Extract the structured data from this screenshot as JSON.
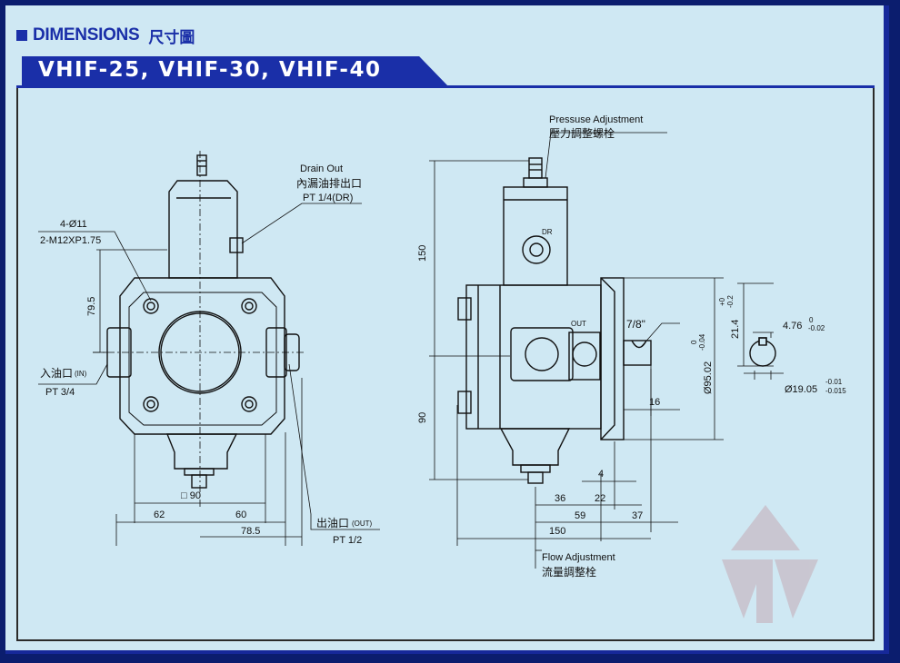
{
  "header": {
    "title_en": "DIMENSIONS",
    "title_zh": "尺寸圖"
  },
  "banner": {
    "models": "VHIF-25, VHIF-30, VHIF-40"
  },
  "front_view": {
    "hole_spec_1": "4-Ø11",
    "hole_spec_2": "2-M12XP1.75",
    "dim_79_5": "79.5",
    "drain_out_en": "Drain Out",
    "drain_out_zh": "內漏油排出口",
    "drain_pt": "PT 1/4(DR)",
    "inlet_zh": "入油口",
    "inlet_en": "(IN)",
    "inlet_pt": "PT 3/4",
    "square_90": "□ 90",
    "dim_62": "62",
    "dim_60": "60",
    "dim_78_5": "78.5",
    "outlet_zh": "出油口",
    "outlet_en": "(OUT)",
    "outlet_pt": "PT 1/2"
  },
  "side_view": {
    "pressure_adj_en": "Pressuse Adjustment",
    "pressure_adj_zh": "壓力調整螺栓",
    "dr_label": "DR",
    "out_label": "OUT",
    "dim_150_v": "150",
    "dim_90_v": "90",
    "key_size": "7/8\"",
    "dim_dia95": "Ø95.02",
    "dia95_tol_top": "0",
    "dia95_tol_bot": "-0.04",
    "dim_16": "16",
    "dim_4": "4",
    "dim_36": "36",
    "dim_22": "22",
    "dim_59": "59",
    "dim_37": "37",
    "dim_150_h": "150",
    "flow_adj_en": "Flow Adjustment",
    "flow_adj_zh": "流量調整栓"
  },
  "shaft_detail": {
    "dim_21_4": "21.4",
    "tol_21_4_top": "+0",
    "tol_21_4_bot": "-0.2",
    "key_width": "4.76",
    "key_tol_top": "0",
    "key_tol_bot": "-0.02",
    "shaft_dia": "Ø19.05",
    "shaft_tol_top": "-0.01",
    "shaft_tol_bot": "-0.015"
  },
  "colors": {
    "frame": "#0b1d6e",
    "accent": "#1a2fa8",
    "panel_bg": "#cfe8f3",
    "drawing_line": "#111111"
  }
}
